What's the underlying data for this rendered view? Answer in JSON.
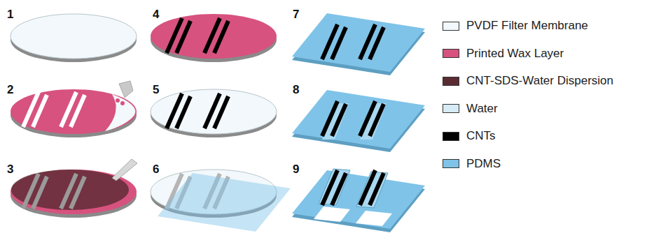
{
  "diagram": {
    "labels": [
      "1",
      "2",
      "3",
      "4",
      "5",
      "6",
      "7",
      "8",
      "9"
    ],
    "legend": [
      {
        "text": "PVDF Filter Membrane",
        "color": "#f2f8fb"
      },
      {
        "text": "Printed Wax Layer",
        "color": "#d7527f"
      },
      {
        "text": "CNT-SDS-Water Dispersion",
        "color": "#5b2b33"
      },
      {
        "text": "Water",
        "color": "#d6ebf6"
      },
      {
        "text": "CNTs",
        "color": "#000000"
      },
      {
        "text": "PDMS",
        "color": "#7fc3e8"
      }
    ]
  }
}
